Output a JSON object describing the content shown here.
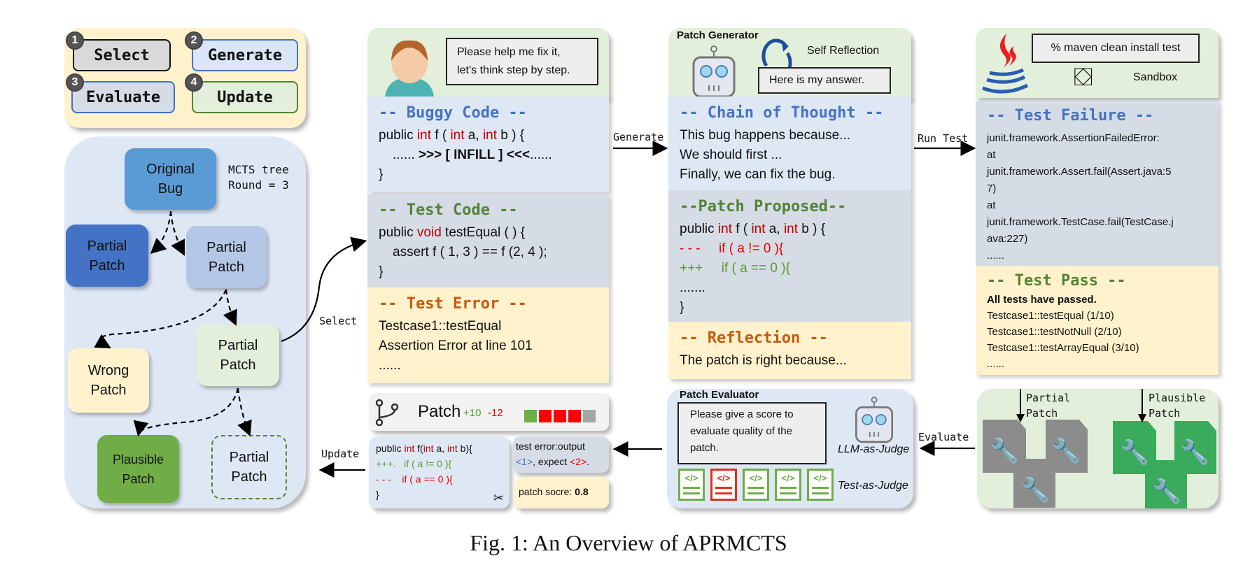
{
  "steps": [
    {
      "num": "1",
      "label": "Select"
    },
    {
      "num": "2",
      "label": "Generate"
    },
    {
      "num": "3",
      "label": "Evaluate"
    },
    {
      "num": "4",
      "label": "Update"
    }
  ],
  "tree": {
    "caption_line1": "MCTS tree",
    "caption_line2": "Round = 3",
    "nodes": {
      "root": "Original\nBug",
      "p1": "Partial\nPatch",
      "p2": "Partial\nPatch",
      "wrong": "Wrong\nPatch",
      "selected": "Partial\nPatch",
      "plausible": "Plausible\nPatch",
      "pending": "Partial\nPatch"
    }
  },
  "edges": {
    "select": "Select",
    "generate": "Generate",
    "run_test": "Run Test",
    "evaluate": "Evaluate",
    "update": "Update"
  },
  "user": {
    "prompt_line1": "Please help me fix it,",
    "prompt_line2": "let’s think step by step."
  },
  "buggy": {
    "title": "-- Buggy Code --",
    "l1_a": "public ",
    "l1_kw1": "int",
    "l1_b": " f ( ",
    "l1_kw2": "int",
    "l1_c": " a, ",
    "l1_kw3": "int",
    "l1_d": " b ) {",
    "l2_a": "...... ",
    "l2_b": ">>> [ INFILL ] <<<",
    "l2_c": "......",
    "l3": "}"
  },
  "testcode": {
    "title": "-- Test Code --",
    "l1_a": "public ",
    "l1_kw": "void",
    "l1_b": " testEqual ( ) {",
    "l2": "assert f ( 1, 3 ) == f (2, 4 );",
    "l3": "}"
  },
  "testerror": {
    "title": "-- Test Error --",
    "l1": "Testcase1::testEqual",
    "l2": "Assertion Error at line 101",
    "l3": "......"
  },
  "patchbar": {
    "label": "Patch",
    "added": "+10",
    "removed": "-12",
    "blocks": [
      "#70ad47",
      "#ff0000",
      "#ff0000",
      "#ff0000",
      "#a6a6a6"
    ]
  },
  "diff": {
    "l1_a": "public ",
    "l1_kw1": "int",
    "l1_b": " f(",
    "l1_kw2": "int",
    "l1_c": " a, ",
    "l1_kw3": "int",
    "l1_d": " b){",
    "l2_mark": "+++.",
    "l2_code": "if ( a != 0 ){",
    "l3_mark": "- - -",
    "l3_code": "if ( a == 0 ){",
    "l4": "}"
  },
  "feedback": {
    "l1": "test error:output",
    "l2_a": "<1>",
    "l2_b": ", expect ",
    "l2_c": "<2>",
    "l2_d": ".",
    "score_label": "patch socre: ",
    "score": "0.8"
  },
  "generator": {
    "title": "Patch Generator",
    "self_reflection": "Self Reflection",
    "answer": "Here is my answer."
  },
  "cot": {
    "title": "-- Chain of Thought --",
    "l1": "This bug happens because...",
    "l2": "We should first ...",
    "l3": "Finally, we can fix the bug."
  },
  "proposed": {
    "title": "--Patch Proposed--",
    "l1_a": "public ",
    "l1_kw1": "int",
    "l1_b": " f ( ",
    "l1_kw2": "int",
    "l1_c": " a, ",
    "l1_kw3": "int",
    "l1_d": " b ) {",
    "l2_mark": "- - -",
    "l2_code": "if ( a != 0 ){",
    "l3_mark": "+++",
    "l3_code": "if ( a == 0 ){",
    "l4": ".......",
    "l5": "}"
  },
  "reflection": {
    "title": "-- Reflection --",
    "l1": "The patch is right because..."
  },
  "evaluator": {
    "title": "Patch Evaluator",
    "prompt": "Please give a score to evaluate quality of the patch.",
    "llm_judge": "LLM-as-Judge",
    "test_judge": "Test-as-Judge",
    "tests": [
      "pass",
      "fail",
      "pass",
      "pass",
      "pass"
    ]
  },
  "sandbox": {
    "command": "% maven clean install  test",
    "label": "Sandbox"
  },
  "failure": {
    "title": "-- Test Failure --",
    "lines": [
      "junit.framework.AssertionFailedError:",
      "at",
      "junit.framework.Assert.fail(Assert.java:5",
      "7)",
      "at",
      "junit.framework.TestCase.fail(TestCase.j",
      "ava:227)",
      "......"
    ]
  },
  "pass": {
    "title": "-- Test Pass --",
    "summary": "All tests have passed.",
    "lines": [
      "Testcase1::testEqual (1/10)",
      "Testcase1::testNotNull (2/10)",
      "Testcase1::testArrayEqual (3/10)",
      "......"
    ]
  },
  "results": {
    "partial": "Partial\nPatch",
    "plausible": "Plausible\nPatch"
  },
  "caption": "Fig. 1: An Overview of APRMCTS",
  "colors": {
    "blue_heading": "#4472c4",
    "green_heading": "#548235",
    "orange_heading": "#c55a11",
    "legend_bg": "#fff2cc",
    "panel_blue": "#dee8f5",
    "panel_green": "#e2efda",
    "test_gray": "#d6dce5"
  }
}
